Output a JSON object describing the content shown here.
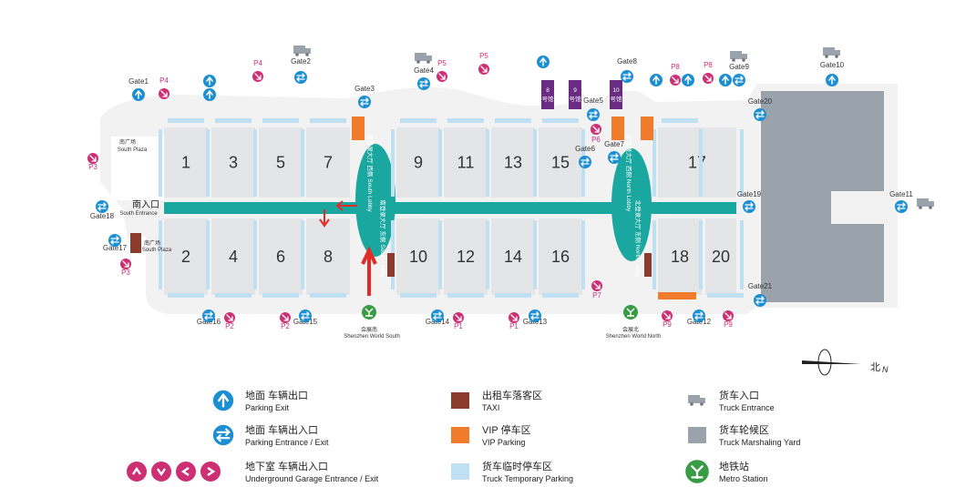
{
  "halls": [
    "1",
    "2",
    "3",
    "4",
    "5",
    "6",
    "7",
    "8",
    "9",
    "10",
    "11",
    "12",
    "13",
    "14",
    "15",
    "16",
    "17",
    "18",
    "20"
  ],
  "small_halls": [
    "8",
    "9",
    "10"
  ],
  "small_hall_captions": [
    "号馆",
    "号馆",
    "号馆"
  ],
  "gates": [
    "Gate1",
    "Gate2",
    "Gate3",
    "Gate4",
    "Gate5",
    "Gate6",
    "Gate7",
    "Gate8",
    "Gate9",
    "Gate10",
    "Gate11",
    "Gate12",
    "Gate13",
    "Gate14",
    "Gate15",
    "Gate16",
    "Gate17",
    "Gate18",
    "Gate19",
    "Gate20",
    "Gate21"
  ],
  "parkings": [
    "P1",
    "P1",
    "P2",
    "P2",
    "P3",
    "P3",
    "P4",
    "P4",
    "P5",
    "P5",
    "P6",
    "P7",
    "P8",
    "P8",
    "P9",
    "P9"
  ],
  "labels": {
    "south_plaza_zh": "南广场",
    "south_plaza_en": "South Plaza",
    "south_plaza2_zh": "南广场",
    "south_plaza2_en": "South Plaza",
    "south_entrance_zh": "南入口",
    "south_entrance_en": "South Entrance",
    "south_lobby_west": "南登录大厅 西侧 South Lobby",
    "south_lobby_east": "南登录大厅 东侧 South Lobby",
    "north_lobby_west": "北登录大厅 西侧 North Lobby",
    "north_lobby_east": "北登录大厅 东侧 North Lobby",
    "metro_south_zh": "会展南",
    "metro_south_en": "Shenzhen World South",
    "metro_north_zh": "会展北",
    "metro_north_en": "Shenzhen World North",
    "compass_zh": "北",
    "compass_en": "N"
  },
  "legend": [
    {
      "zh": "地面 车辆出口",
      "en": "Parking Exit",
      "icon": "parking-exit-icon"
    },
    {
      "zh": "地面 车辆出入口",
      "en": "Parking Entrance / Exit",
      "icon": "parking-entrance-exit-icon"
    },
    {
      "zh": "地下室 车辆出入口",
      "en": "Underground Garage Entrance / Exit",
      "icon": "underground-garage-icon"
    },
    {
      "zh": "出租车落客区",
      "en": "TAXI",
      "icon": "taxi-swatch"
    },
    {
      "zh": "VIP 停车区",
      "en": "VIP Parking",
      "icon": "vip-parking-swatch"
    },
    {
      "zh": "货车临时停车区",
      "en": "Truck Temporary Parking",
      "icon": "truck-parking-swatch"
    },
    {
      "zh": "货车入口",
      "en": "Truck Entrance",
      "icon": "truck-icon"
    },
    {
      "zh": "货车轮候区",
      "en": "Truck Marshaling Yard",
      "icon": "marshaling-swatch"
    },
    {
      "zh": "地铁站",
      "en": "Metro Station",
      "icon": "metro-icon"
    }
  ],
  "colors": {
    "teal": "#1aa79f",
    "blue_icon": "#1b8fd1",
    "pink_icon": "#cc2f74",
    "taxi": "#8b3a2b",
    "vip": "#ef7b2b",
    "truck_parking": "#bfe0f2",
    "marshaling": "#9aa3ab",
    "metro": "#3a9b45",
    "hall": "#e4e5e7",
    "purple": "#6a2c83",
    "red_arrow": "#e02b27"
  }
}
